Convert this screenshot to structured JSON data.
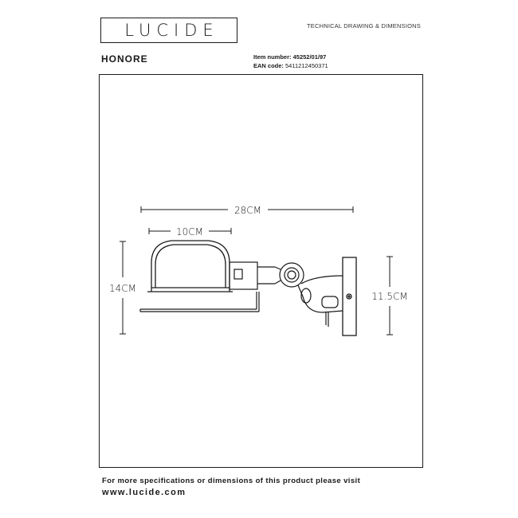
{
  "brand": {
    "logo_text": "LUCIDE"
  },
  "header": {
    "doc_type": "TECHNICAL DRAWING & DIMENSIONS"
  },
  "product": {
    "name": "HONORE",
    "item_number_label": "Item number:",
    "item_number": "45252/01/97",
    "ean_label": "EAN code:",
    "ean": "5411212450371"
  },
  "dimensions": {
    "overall_length": "28CM",
    "shade_width": "10CM",
    "total_height": "14CM",
    "plate_height": "11.5CM"
  },
  "footer": {
    "note": "For more specifications or dimensions of this product please visit",
    "website": "www.lucide.com"
  }
}
